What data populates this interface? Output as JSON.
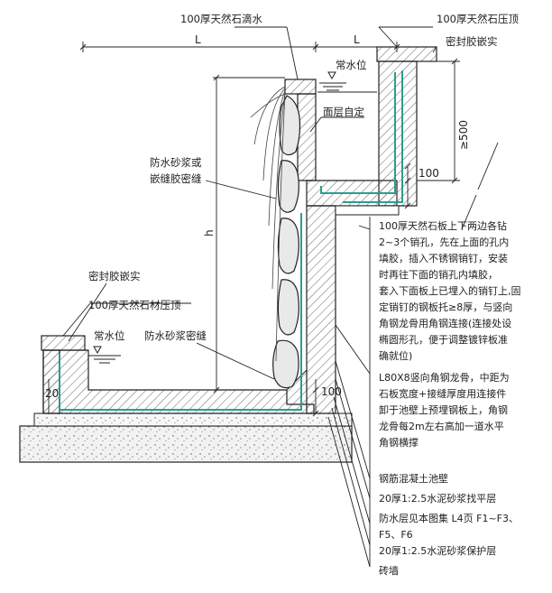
{
  "labels": {
    "top_waterfall": "100厚天然石滴水",
    "top_right_coping": "100厚天然石压顶",
    "top_right_sealant": "密封胶嵌实",
    "dim_L_left": "L",
    "dim_L_right": "L",
    "upper_water_level": "常水位",
    "finish_self_defined": "面层自定",
    "dim_500": "≥500",
    "dim_100_upper": "100",
    "mortar_or_sealant_1": "防水砂浆或",
    "mortar_or_sealant_2": "嵌缝胶密缝",
    "dim_h": "h",
    "left_sealant": "密封胶嵌实",
    "left_coping": "100厚天然石材压顶",
    "lower_water_level": "常水位",
    "mortar_seal": "防水砂浆密缝",
    "dim_20": "20",
    "dim_100_lower": "100",
    "note_main": [
      "100厚天然石板上下两边各钻",
      "2~3个销孔，先在上面的孔内",
      "填胶，插入不锈钢销钉，安装",
      "时再往下面的销孔内填胶，",
      "套入下面板上已埋入的销钉上,固",
      "定销钉的钢板托≥8厚，与竖向",
      "角钢龙骨用角钢连接(连接处设",
      "椭圆形孔，便于调整镀锌板准",
      "确就位)"
    ],
    "note_angle": [
      "L80X8竖向角钢龙骨，中距为",
      "石板宽度+接缝厚度用连接件",
      "卸于池壁上预埋钢板上，角钢",
      "龙骨每2m左右高加一道水平",
      "角钢横撑"
    ],
    "layers": [
      "钢筋混凝土池壁",
      "20厚1:2.5水泥砂浆找平层",
      "防水层见本图集 L4页 F1~F3、",
      "F5、F6",
      "20厚1:2.5水泥砂浆保护层",
      "砖墙"
    ]
  },
  "colors": {
    "line": "#222222",
    "hatch": "#555555",
    "waterproof": "#2a9d8f",
    "stone": "#e8e8e8"
  }
}
